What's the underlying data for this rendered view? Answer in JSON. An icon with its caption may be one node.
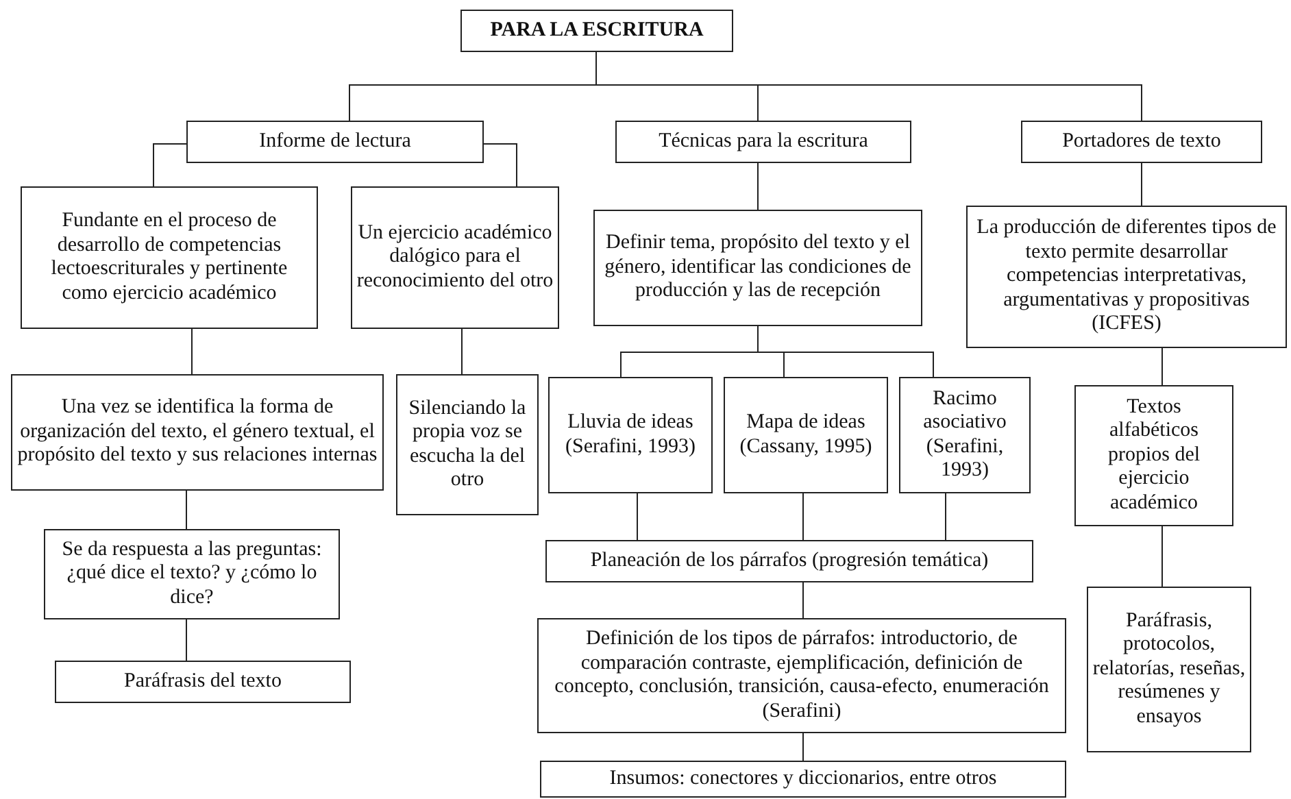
{
  "diagram": {
    "nodes": [
      {
        "text": [
          "PARA LA ESCRITURA"
        ]
      },
      {
        "text": [
          "Informe de lectura"
        ]
      },
      {
        "text": [
          "Técnicas para la escritura"
        ]
      },
      {
        "text": [
          "Portadores de texto"
        ]
      },
      {
        "text": [
          "Fundante en el proceso de desarrollo de competencias lectoescriturales y pertinente como ejercicio académico"
        ]
      },
      {
        "text": [
          "Un ejercicio académico dalógico para el reconocimiento del otro"
        ]
      },
      {
        "text": [
          "Una vez se identifica la forma de organización del texto, el género textual, el propósito del texto y sus relaciones internas"
        ]
      },
      {
        "text": [
          "Silenciando la propia voz se escucha la del otro"
        ]
      },
      {
        "text": [
          "Se da respuesta a las preguntas: ¿qué dice el texto? y ¿cómo lo dice?"
        ]
      },
      {
        "text": [
          "Paráfrasis del texto"
        ]
      },
      {
        "text": [
          "Definir tema, propósito del texto y el género, identificar las condiciones de producción y las de recepción"
        ]
      },
      {
        "text": [
          "La producción de diferentes tipos de texto permite desarrollar competencias interpretativas, argumentativas y propositivas (ICFES)"
        ]
      },
      {
        "text": [
          "Lluvia de ideas (Serafini, 1993)"
        ]
      },
      {
        "text": [
          "Mapa de ideas (Cassany, 1995)"
        ]
      },
      {
        "text": [
          "Racimo asociativo (Serafini, 1993)"
        ]
      },
      {
        "text": [
          "Textos alfabéticos propios del ejercicio académico"
        ]
      },
      {
        "text": [
          "Planeación de los párrafos (progresión temática)"
        ]
      },
      {
        "text": [
          "Definición de los tipos de párrafos: introductorio, de comparación contraste, ejemplificación, definición de concepto, conclusión, transición, causa-efecto, enumeración (Serafini)"
        ]
      },
      {
        "text": [
          "Paráfrasis, protocolos, relatorías, reseñas, resúmenes y ensayos"
        ]
      },
      {
        "text": [
          "Insumos: conectores y diccionarios, entre otros"
        ]
      }
    ],
    "edges": [
      {
        "from": 0,
        "to": 1,
        "arrow": "none"
      },
      {
        "from": 0,
        "to": 2,
        "arrow": "none"
      },
      {
        "from": 0,
        "to": 3,
        "arrow": "none"
      },
      {
        "from": 1,
        "to": 4,
        "arrow": "none"
      },
      {
        "from": 1,
        "to": 5,
        "arrow": "none"
      },
      {
        "from": 4,
        "to": 6,
        "arrow": "none"
      },
      {
        "from": 5,
        "to": 7,
        "arrow": "none"
      },
      {
        "from": 6,
        "to": 8,
        "arrow": "none"
      },
      {
        "from": 8,
        "to": 9,
        "arrow": "none"
      },
      {
        "from": 2,
        "to": 10,
        "arrow": "none"
      },
      {
        "from": 10,
        "to": 12,
        "arrow": "none"
      },
      {
        "from": 10,
        "to": 13,
        "arrow": "none"
      },
      {
        "from": 10,
        "to": 14,
        "arrow": "none"
      },
      {
        "from": 12,
        "to": 16,
        "arrow": "none"
      },
      {
        "from": 13,
        "to": 16,
        "arrow": "none"
      },
      {
        "from": 14,
        "to": 16,
        "arrow": "none"
      },
      {
        "from": 16,
        "to": 17,
        "arrow": "none"
      },
      {
        "from": 17,
        "to": 19,
        "arrow": "none"
      },
      {
        "from": 3,
        "to": 11,
        "arrow": "none"
      },
      {
        "from": 11,
        "to": 15,
        "arrow": "none"
      },
      {
        "from": 15,
        "to": 18,
        "arrow": "none"
      }
    ]
  }
}
